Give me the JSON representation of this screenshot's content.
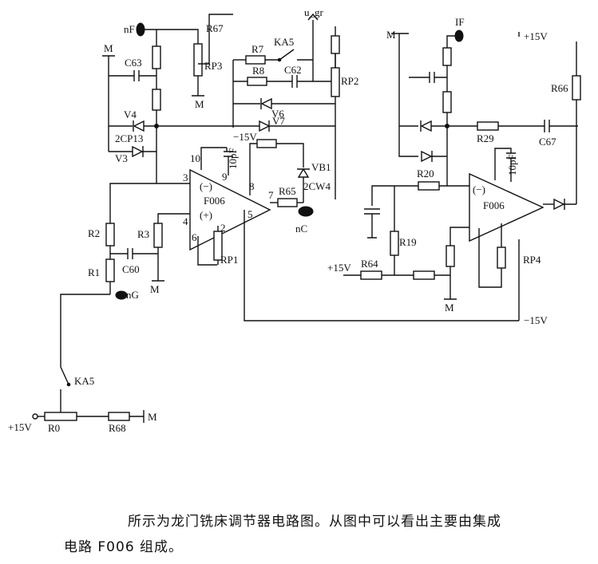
{
  "diagram": {
    "labels": {
      "nF": "nF",
      "R67": "R67",
      "RP3": "RP3",
      "M": "M",
      "C63": "C63",
      "R7": "R7",
      "KA5": "KA5",
      "R8": "R8",
      "C62": "C62",
      "RP2": "RP2",
      "V4": "V4",
      "V6": "V6",
      "V7": "V7",
      "2CP13": "2CP13",
      "V3": "V3",
      "n15V": "−15V",
      "VB1": "VB1",
      "2CW4": "2CW4",
      "ten": "10",
      "nine": "9",
      "tenpF": "10pF",
      "minus": "(−)",
      "plus": "(+)",
      "F006": "F006",
      "three": "3",
      "eight": "8",
      "seven": "7",
      "R65": "R65",
      "four": "4",
      "five": "5",
      "R2": "R2",
      "R3": "R3",
      "six": "6",
      "two": "2",
      "nC": "nC",
      "C60": "C60",
      "R1": "R1",
      "RP1": "RP1",
      "nG": "nG",
      "p15V": "+15V",
      "R0": "R0",
      "R68": "R68",
      "IF": "IF",
      "R66": "R66",
      "R29": "R29",
      "C67": "C67",
      "R20": "R20",
      "R19": "R19",
      "R64": "R64",
      "RP4": "RP4",
      "uref": "u_gr"
    }
  },
  "caption": {
    "line1": "所示为龙门铣床调节器电路图。从图中可以看出主要由集成",
    "line2": "电路 F006 组成。"
  }
}
